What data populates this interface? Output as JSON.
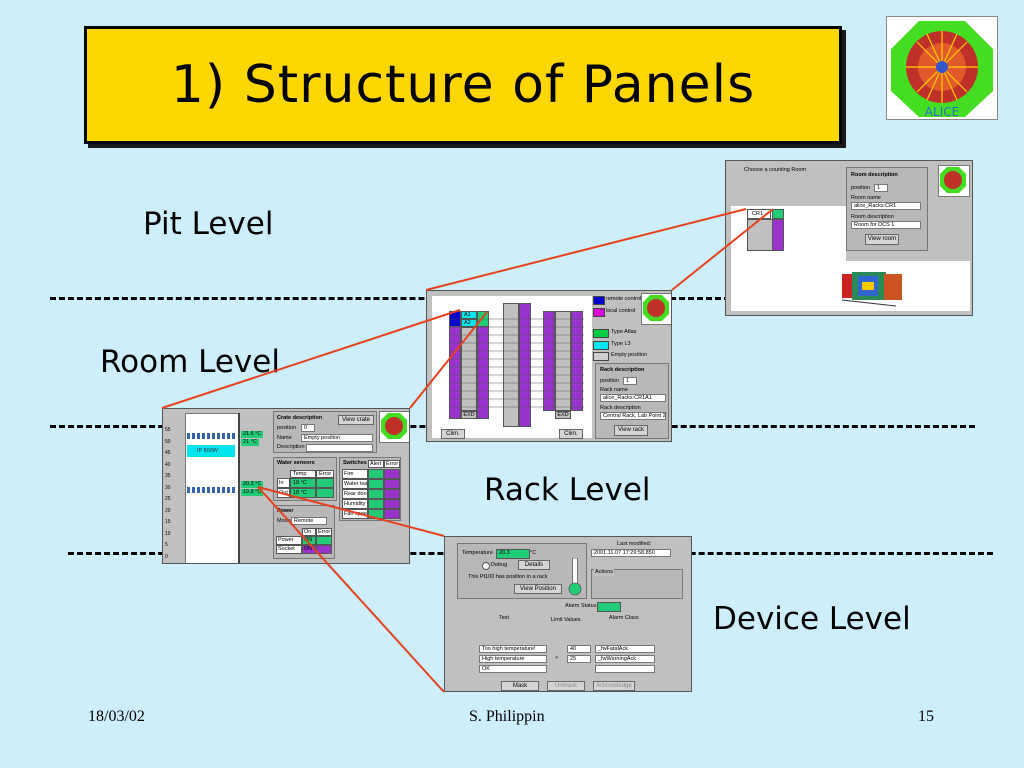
{
  "slide": {
    "title": "1) Structure of Panels",
    "levels": [
      "Pit Level",
      "Room Level",
      "Rack Level",
      "Device Level"
    ],
    "footer_date": "18/03/02",
    "footer_author": "S. Philippin",
    "footer_page": "15"
  },
  "pit_panel": {
    "prompt": "Choose a counting Room",
    "room_box": "CR1",
    "desc_title": "Room description",
    "position_label": "position",
    "position_value": "1",
    "name_label": "Room name",
    "name_value": "alice_Racks:CR1",
    "desc_label": "Room description",
    "desc_value": "Room for DCS 1",
    "view_button": "View room"
  },
  "room_panel": {
    "rack_rows": [
      "A1",
      "A2"
    ],
    "exd_left": "EXD",
    "exd_right": "EXD",
    "clim_left": "Clim.",
    "clim_right": "Clim.",
    "legend": [
      "remote control",
      "local control",
      "Type Atlas",
      "Type L3",
      "Empty position"
    ],
    "legend_colors": [
      "#0000cc",
      "#dd00dd",
      "#00cc44",
      "#00e5ee",
      "#d0d0d0"
    ],
    "desc_title": "Rack description",
    "position_label": "position",
    "position_value": "1",
    "name_label": "Rack name",
    "name_value": "alice_Racks:CR1A1",
    "desc_label": "Rack description",
    "desc_value": "Central Rack, Lab Point 2",
    "view_button": "View rack"
  },
  "rack_panel": {
    "ruler": [
      "55",
      "50",
      "45",
      "40",
      "35",
      "30",
      "25",
      "20",
      "15",
      "10",
      "5",
      "0"
    ],
    "temps_top": [
      "21.6 °C",
      "21 °C"
    ],
    "temps_bottom": [
      "20.3 °C",
      "19.8 °C"
    ],
    "crate_label": "IP 500W",
    "crate_title": "Crate description",
    "view_crate": "View crate",
    "position_label": "position",
    "position_value": "0",
    "name_label": "Name",
    "name_value": "Empty position",
    "desc_label": "Description",
    "water_title": "Water sensors",
    "water_headers": [
      "Temp",
      "Error"
    ],
    "water_rows": [
      {
        "label": "In",
        "temp": "18 °C"
      },
      {
        "label": "Out",
        "temp": "18 °C"
      }
    ],
    "switches_title": "Switches",
    "switches_headers": [
      "Alert",
      "Error"
    ],
    "switches_rows": [
      "Fire",
      "Water leak",
      "Rear door",
      "Humidity",
      "Fan speed"
    ],
    "power_title": "Power",
    "mode_label": "Mode",
    "mode_value": "Remote",
    "power_headers": [
      "On",
      "Error"
    ],
    "power_rows": [
      "Power",
      "Socket"
    ],
    "power_on_values": [
      "ON",
      "ON"
    ]
  },
  "device_panel": {
    "last_modified_label": "Last modified:",
    "last_modified_value": "2001.11.07 17:29:58.850",
    "temperature_label": "Temperature",
    "temperature_value": "20.3",
    "temperature_unit": "°C",
    "debug_label": "Debug",
    "details_button": "Details",
    "info_text": "This Pt100 has position in a rack",
    "view_position_button": "View Position",
    "actions_label": "Actions",
    "alarm_status_label": "Alarm Status",
    "col_text": "Text",
    "col_limit": "Limit Values",
    "col_class": "Alarm Class",
    "alarm_rows": [
      {
        "text": "Too high temperature!",
        "op": "",
        "limit": "40",
        "cls": "_fwFatalAck"
      },
      {
        "text": "High temperature",
        "op": ">",
        "limit": "25",
        "cls": "_fwWarningAck"
      },
      {
        "text": "OK",
        "op": "",
        "limit": "",
        "cls": ""
      }
    ],
    "mask_button": "Mask",
    "unmask_button": "Unmask",
    "acknowledge_button": "Acknowledge"
  },
  "colors": {
    "background": "#cdeefb",
    "title_box": "#ffd700",
    "connector": "#e8401c",
    "green": "#22cc77",
    "purple": "#9933cc",
    "cyan": "#00e5ee"
  }
}
